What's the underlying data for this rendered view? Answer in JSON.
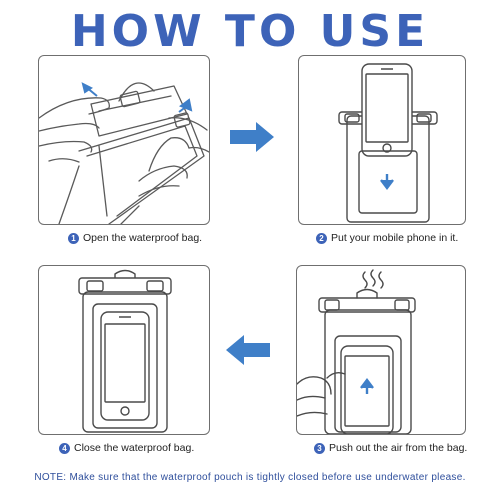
{
  "title": "HOW TO USE",
  "steps": [
    {
      "num": "1",
      "text": "Open the waterproof bag."
    },
    {
      "num": "2",
      "text": "Put your mobile phone in it."
    },
    {
      "num": "3",
      "text": "Push out the air from the bag."
    },
    {
      "num": "4",
      "text": "Close the waterproof bag."
    }
  ],
  "note": "NOTE: Make sure that the waterproof pouch is tightly closed before use underwater please.",
  "colors": {
    "accent": "#3d63b8",
    "arrow": "#3f7fc8",
    "line": "#5a5a5a"
  }
}
